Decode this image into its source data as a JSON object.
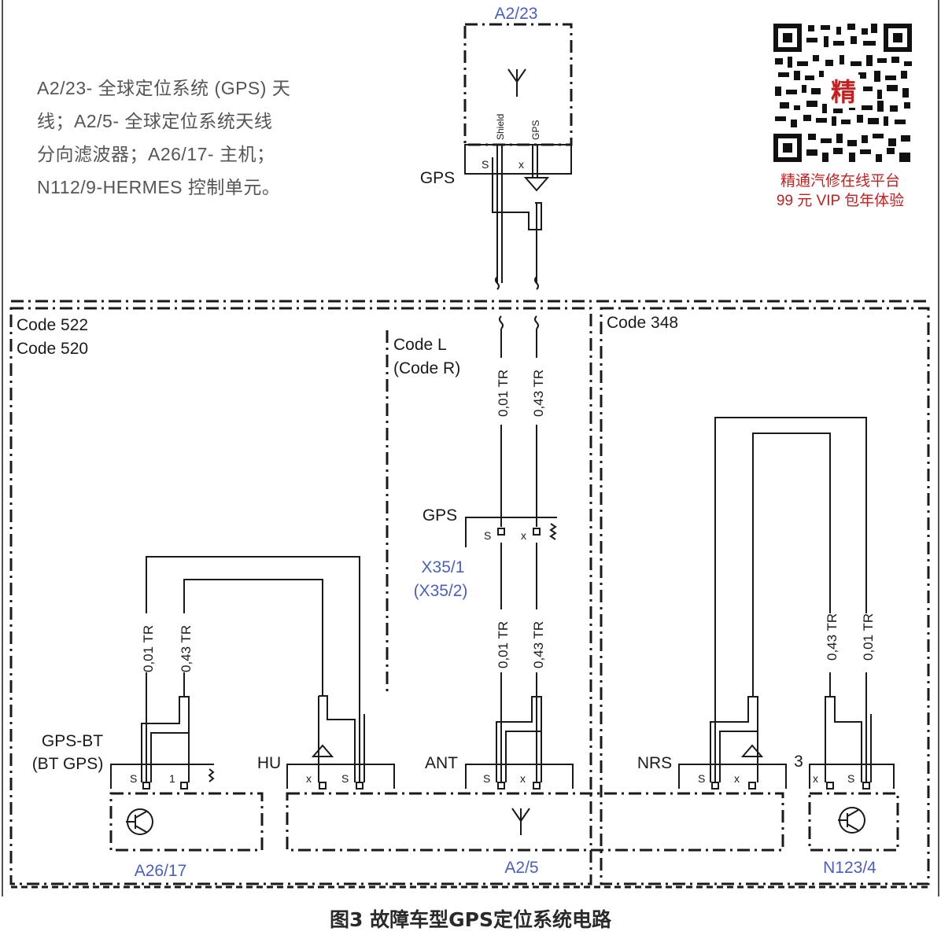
{
  "note": {
    "lines": [
      "A2/23- 全球定位系统 (GPS) 天",
      "线；A2/5- 全球定位系统天线",
      "分向滤波器；A26/17- 主机；",
      "N112/9-HERMES 控制单元。"
    ]
  },
  "ad": {
    "qr_center_char": "精",
    "line1": "精通汽修在线平台",
    "line2": "99 元 VIP 包年体验"
  },
  "components": {
    "a2_23": "A2/23",
    "a26_17": "A26/17",
    "a2_5": "A2/5",
    "n123_4": "N123/4",
    "x35_1": "X35/1",
    "x35_2": "(X35/2)"
  },
  "connectors": {
    "gps_top": "GPS",
    "gps_mid": "GPS",
    "gps_bt_1": "GPS-BT",
    "gps_bt_2": "(BT GPS)",
    "hu": "HU",
    "ant": "ANT",
    "nrs": "NRS",
    "n_pin": "3"
  },
  "codes": {
    "c522": "Code 522",
    "c520": "Code 520",
    "cL": "Code L",
    "cR": "(Code R)",
    "c348": "Code 348"
  },
  "pins": {
    "shield": "Shield",
    "gps": "GPS",
    "s": "S",
    "x": "x",
    "one": "1"
  },
  "wires": {
    "w001": "0,01 TR",
    "w043": "0,43 TR"
  },
  "caption": "图3 故障车型GPS定位系统电路",
  "colors": {
    "label_blue": "#4a5fc0",
    "ad_red": "#c81e1e",
    "line": "#1a1a1a"
  }
}
